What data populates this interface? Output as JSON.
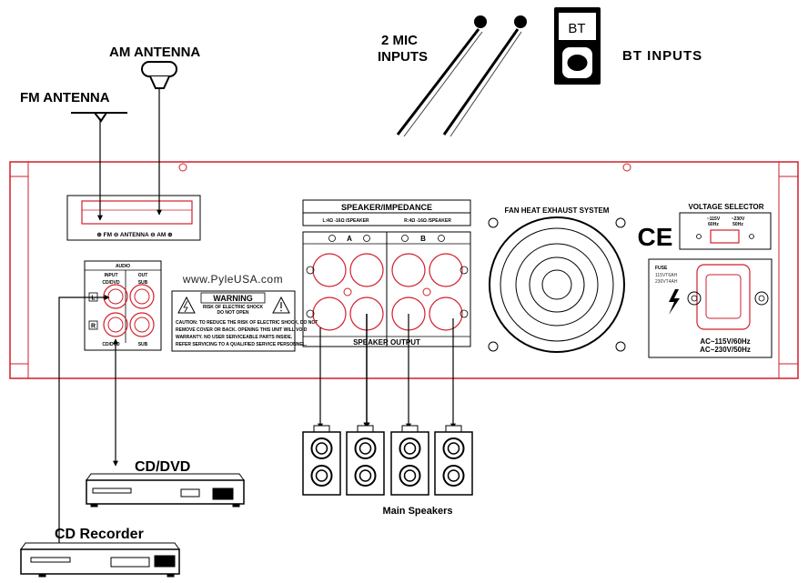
{
  "labels": {
    "fm_antenna": "FM ANTENNA",
    "am_antenna": "AM ANTENNA",
    "mic_line1": "2 MIC",
    "mic_line2": "INPUTS",
    "bt_device": "BT",
    "bt_inputs": "BT INPUTS",
    "antenna_terminals": "⊕ FM ⊖ ANTENNA ⊖ AM ⊕",
    "cd_dvd": "CD/DVD",
    "cd_recorder": "CD Recorder",
    "main_speakers": "Main Speakers"
  },
  "panel": {
    "audio_title": "AUDIO",
    "audio_input": "INPUT",
    "audio_out": "OUT",
    "audio_cddvd_top": "CD/DVD",
    "audio_sub_top": "SUB",
    "audio_cddvd_bottom": "CD/DVD",
    "audio_sub_bottom": "SUB",
    "audio_l": "L",
    "audio_r": "R",
    "website": "www.PyleUSA.com",
    "warning_title": "WARNING",
    "warning_sub1": "RISK OF ELECTRIC SHOCK",
    "warning_sub2": "DO NOT OPEN",
    "warning_text1": "CAUTION: TO REDUCE THE RISK OF ELECTRIC SHOCK, DO NOT",
    "warning_text2": "REMOVE COVER OR BACK. OPENING THIS UNIT WILL VOID",
    "warning_text3": "WARRANTY. NO USER SERVICEABLE PARTS INSIDE.",
    "warning_text4": "REFER SERVICING TO A QUALIFIED SERVICE PERSONNEL.",
    "speaker_impedance": "SPEAKER/IMPEDANCE",
    "impedance_left": "L:4Ω -16Ω /SPEAKER",
    "impedance_right": "R:4Ω -16Ω /SPEAKER",
    "zone_a": "A",
    "zone_b": "B",
    "speaker_output": "SPEAKER OUTPUT",
    "fan_title": "FAN HEAT EXHAUST SYSTEM",
    "ce_mark": "CE",
    "voltage_selector": "VOLTAGE SELECTOR",
    "v115": "~115V",
    "hz60": "60Hz",
    "v230": "~230V",
    "hz50": "50Hz",
    "fuse": "FUSE",
    "fuse1": "115VT6AH",
    "fuse2": "230VT4AH",
    "ac1": "AC~115V/60Hz",
    "ac2": "AC~230V/50Hz"
  },
  "colors": {
    "panel_outline": "#d21f2b",
    "line": "#000000"
  },
  "icons": [
    "fm-antenna-icon",
    "am-antenna-icon",
    "microphone-icon",
    "bt-device-icon",
    "warning-triangle-icon",
    "lightning-icon",
    "fan-icon",
    "speaker-icon",
    "cd-player-icon"
  ]
}
